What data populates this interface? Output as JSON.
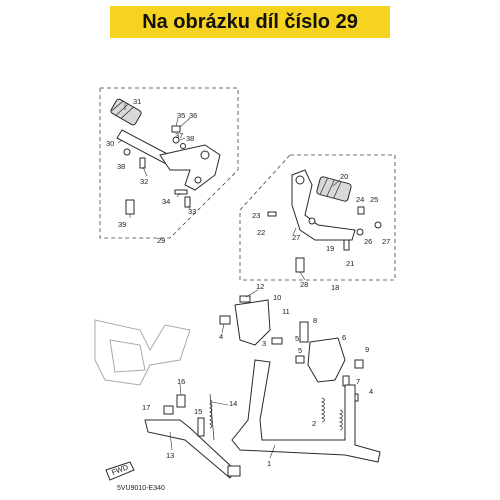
{
  "banner": {
    "text": "Na obrázku díl číslo 29"
  },
  "diagram_code": "5VU9010-E340",
  "fwd_label": "FWD",
  "callouts": [
    "31",
    "35",
    "36",
    "37",
    "38",
    "30",
    "38",
    "32",
    "34",
    "33",
    "39",
    "29",
    "20",
    "24",
    "25",
    "23",
    "22",
    "27",
    "26",
    "27",
    "19",
    "21",
    "28",
    "18",
    "12",
    "10",
    "11",
    "8",
    "6",
    "4",
    "9",
    "3",
    "5",
    "5",
    "7",
    "4",
    "16",
    "17",
    "15",
    "14",
    "2",
    "1",
    "13"
  ]
}
